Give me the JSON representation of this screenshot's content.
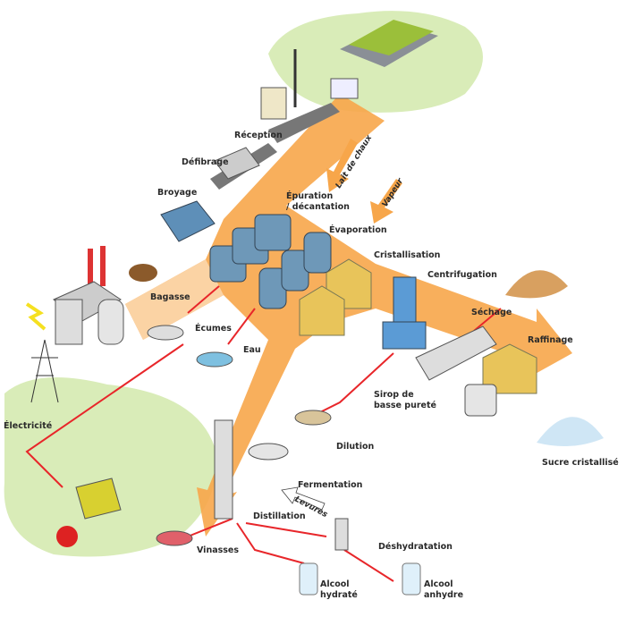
{
  "colors": {
    "flow": "#f7a64a",
    "flow_light": "#fbd3a4",
    "arrow_red": "#e8262a",
    "field_green": "#d9ecb8",
    "tank_blue": "#6e98b8",
    "silo_yellow": "#e8c45a"
  },
  "labels": {
    "reception": "Réception",
    "defibrage": "Défibrage",
    "broyage": "Broyage",
    "lait_de_chaux": "Lait de chaux",
    "vapeur": "Vapeur",
    "epuration_1": "Épuration",
    "epuration_2": "/ décantation",
    "evaporation": "Évaporation",
    "cristallisation": "Cristallisation",
    "centrifugation": "Centrifugation",
    "sechage": "Séchage",
    "raffinage": "Raffinage",
    "bagasse": "Bagasse",
    "ecumes": "Écumes",
    "eau": "Eau",
    "electricite": "Électricité",
    "sirop_1": "Sirop de",
    "sirop_2": "basse pureté",
    "dilution": "Dilution",
    "fermentation": "Fermentation",
    "levures": "Levures",
    "distillation": "Distillation",
    "vinasses": "Vinasses",
    "deshydratation": "Déshydratation",
    "alcool_hydrate_1": "Alcool",
    "alcool_hydrate_2": "hydraté",
    "alcool_anhydre_1": "Alcool",
    "alcool_anhydre_2": "anhydre",
    "sucre_cristallise": "Sucre cristallisé"
  }
}
